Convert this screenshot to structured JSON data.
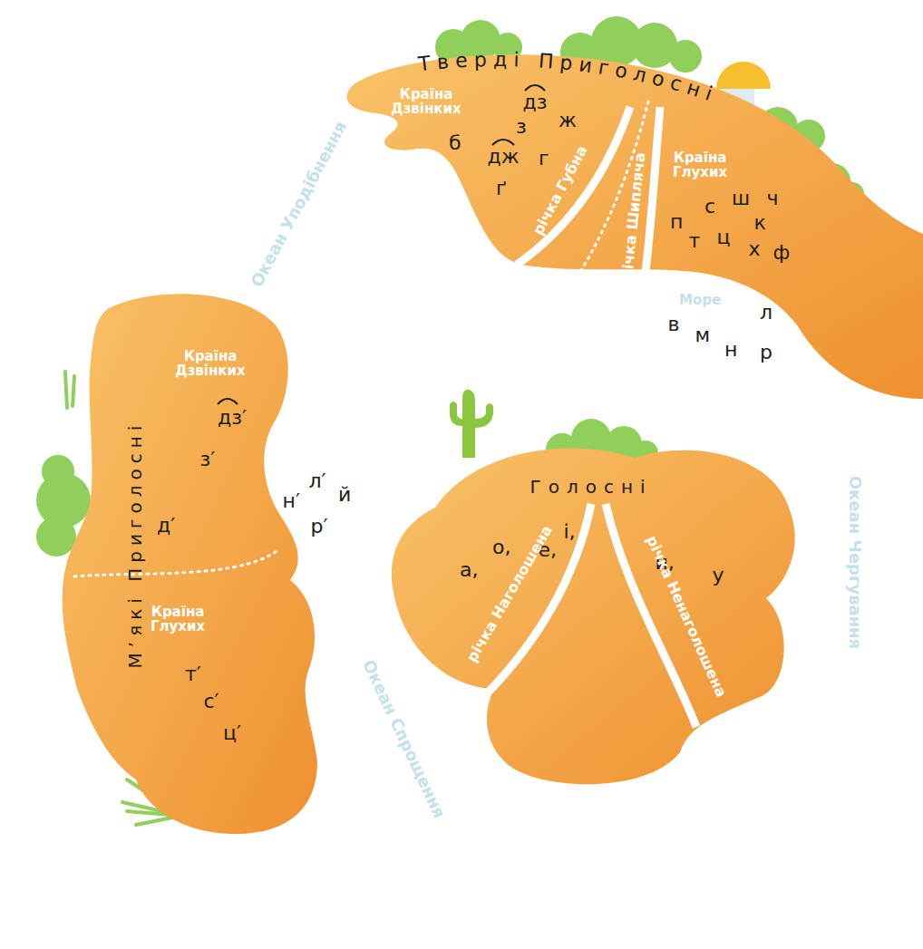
{
  "diagram": {
    "nodes": [
      {
        "text": [
          "Тверді Приголосні"
        ]
      },
      {
        "text": [
          "Країна Дзвінких",
          "дз",
          "з",
          "ж",
          "б",
          "дж",
          "г",
          "ґ"
        ],
        "in": 0
      },
      {
        "text": [
          "річка Губна"
        ],
        "in": 0
      },
      {
        "text": [
          "річка Шипляча"
        ],
        "in": 0
      },
      {
        "text": [
          "Країна Глухих",
          "п",
          "с",
          "ш",
          "ч",
          "т",
          "ц",
          "к",
          "х",
          "ф"
        ],
        "in": 0
      },
      {
        "text": [
          "М’які Приголосні"
        ]
      },
      {
        "text": [
          "Країна Дзвінких",
          "дз′",
          "з′",
          "д′"
        ],
        "in": 5
      },
      {
        "text": [
          "Країна Глухих",
          "т′",
          "с′",
          "ц′"
        ],
        "in": 5
      },
      {
        "text": [
          "Голосні",
          "а,",
          "о,",
          "е,",
          "і,",
          "и,",
          "у"
        ]
      },
      {
        "text": [
          "річка Наголошена"
        ],
        "in": 8
      },
      {
        "text": [
          "річка Ненаголошена"
        ],
        "in": 8
      }
    ],
    "labels": [
      "Море",
      "в",
      "м",
      "н",
      "л",
      "р",
      "н′",
      "л′",
      "й",
      "р′",
      "Океан Уподібнення",
      "Океан Чергування",
      "Океан Спрощення"
    ]
  }
}
